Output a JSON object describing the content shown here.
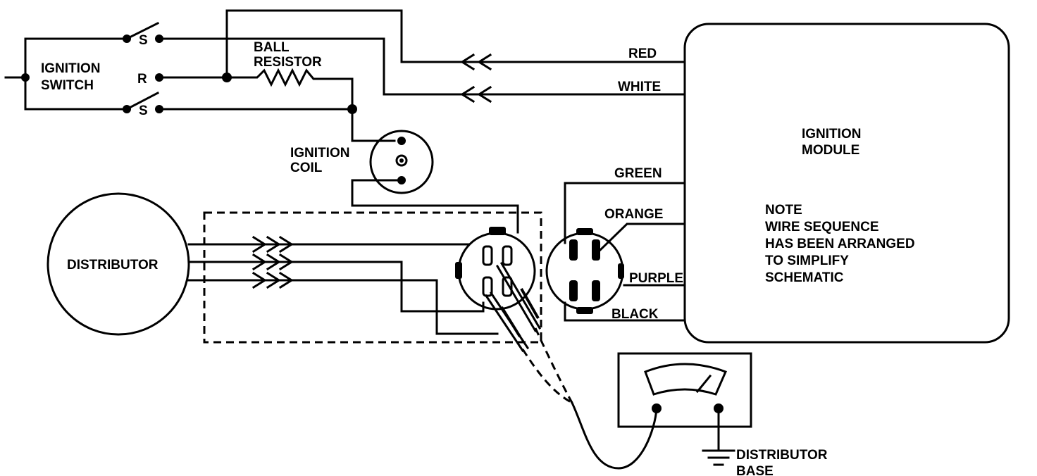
{
  "labels": {
    "ignition_switch": [
      "IGNITION",
      "SWITCH"
    ],
    "switch_s_top": "S",
    "switch_r": "R",
    "switch_s_bottom": "S",
    "ball_resistor": [
      "BALL",
      "RESISTOR"
    ],
    "ignition_coil": [
      "IGNITION",
      "COIL"
    ],
    "distributor": "DISTRIBUTOR",
    "ignition_module": [
      "IGNITION",
      "MODULE"
    ],
    "note": [
      "NOTE",
      "WIRE SEQUENCE",
      "HAS BEEN ARRANGED",
      "TO SIMPLIFY",
      "SCHEMATIC"
    ],
    "distributor_base": [
      "DISTRIBUTOR",
      "BASE"
    ]
  },
  "wires": {
    "red": "RED",
    "white": "WHITE",
    "green": "GREEN",
    "orange": "ORANGE",
    "purple": "PURPLE",
    "black": "BLACK"
  },
  "colors": {
    "line": "#000000",
    "background": "#ffffff"
  }
}
